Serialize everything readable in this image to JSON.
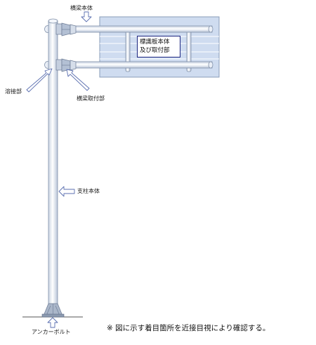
{
  "labels": {
    "beam_body": "横梁本体",
    "welded_part": "溶接部",
    "beam_attachment": "横梁取付部",
    "pole_body": "支柱本体",
    "anchor_bolt": "アンカーボルト"
  },
  "sign": {
    "line1": "標識板本体",
    "line2": "及び取付部"
  },
  "note": "※ 図に示す着目箇所を近接目視により確認する。",
  "colors": {
    "sign_fill": "#cfdcf0",
    "sign_border": "#8a9cb8",
    "pipe": "#e9eef6",
    "pipe_edge": "#7f8fa8",
    "arrow_fill": "#ffffff",
    "arrow_edge": "#5b6fb0",
    "label_border": "#1a237e"
  }
}
